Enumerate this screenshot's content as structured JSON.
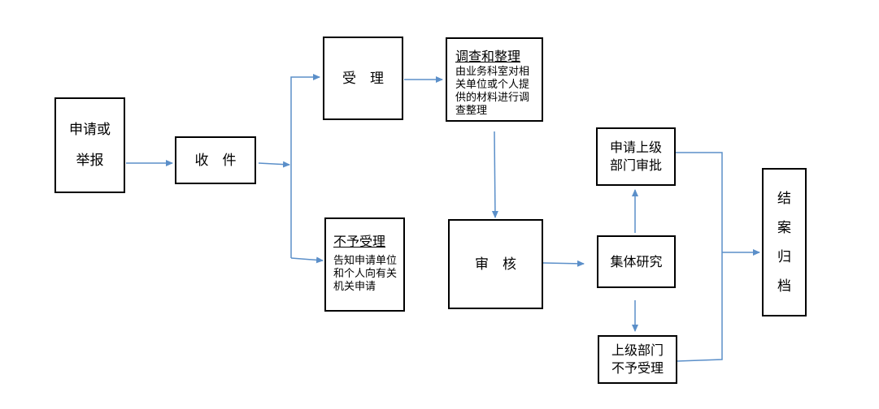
{
  "colors": {
    "arrow": "#5b8fc9",
    "border": "#000000"
  },
  "nodes": {
    "apply": {
      "line1": "申请或",
      "line2": "举报"
    },
    "receive": {
      "label": "收　件"
    },
    "accept": {
      "label": "受　理"
    },
    "investigate": {
      "title": "调查和整理",
      "body": "由业务科室对相关单位或个人提供的材料进行调查整理"
    },
    "reject": {
      "title": "不予受理",
      "body": "告知申请单位和个人向有关机关申请"
    },
    "review": {
      "label": "审　核"
    },
    "collective": {
      "label": "集体研究"
    },
    "request_superior": {
      "line1": "申请上级",
      "line2": "部门审批"
    },
    "superior_reject": {
      "line1": "上级部门",
      "line2": "不予受理"
    },
    "archive": {
      "chars": [
        "结",
        "案",
        "归",
        "档"
      ]
    }
  }
}
